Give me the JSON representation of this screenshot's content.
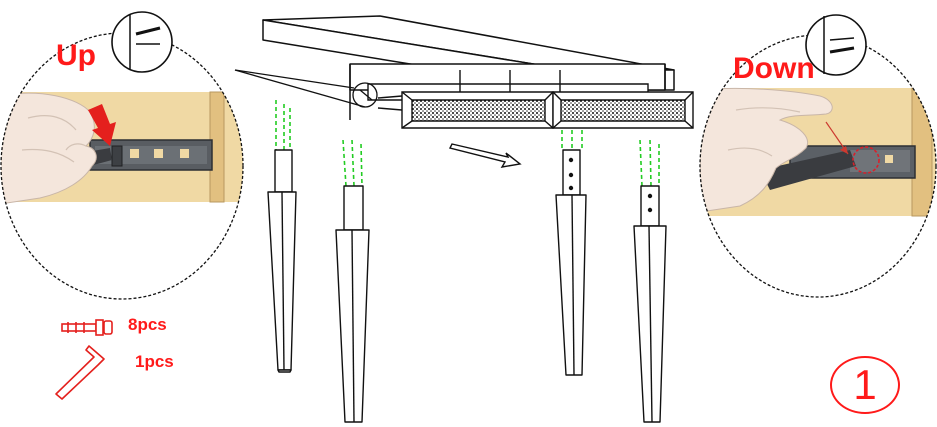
{
  "labels": {
    "up": "Up",
    "down": "Down",
    "screws_qty": "8pcs",
    "wrench_qty": "1pcs",
    "step": "1"
  },
  "colors": {
    "label_red": "#ff1a1a",
    "guide_green": "#22cc22",
    "wood": "#f0d9a4",
    "skin": "#f4e6dc"
  },
  "icons": [
    "screw-icon",
    "allen-key-icon",
    "arrow-down-icon",
    "arrow-out-icon"
  ]
}
